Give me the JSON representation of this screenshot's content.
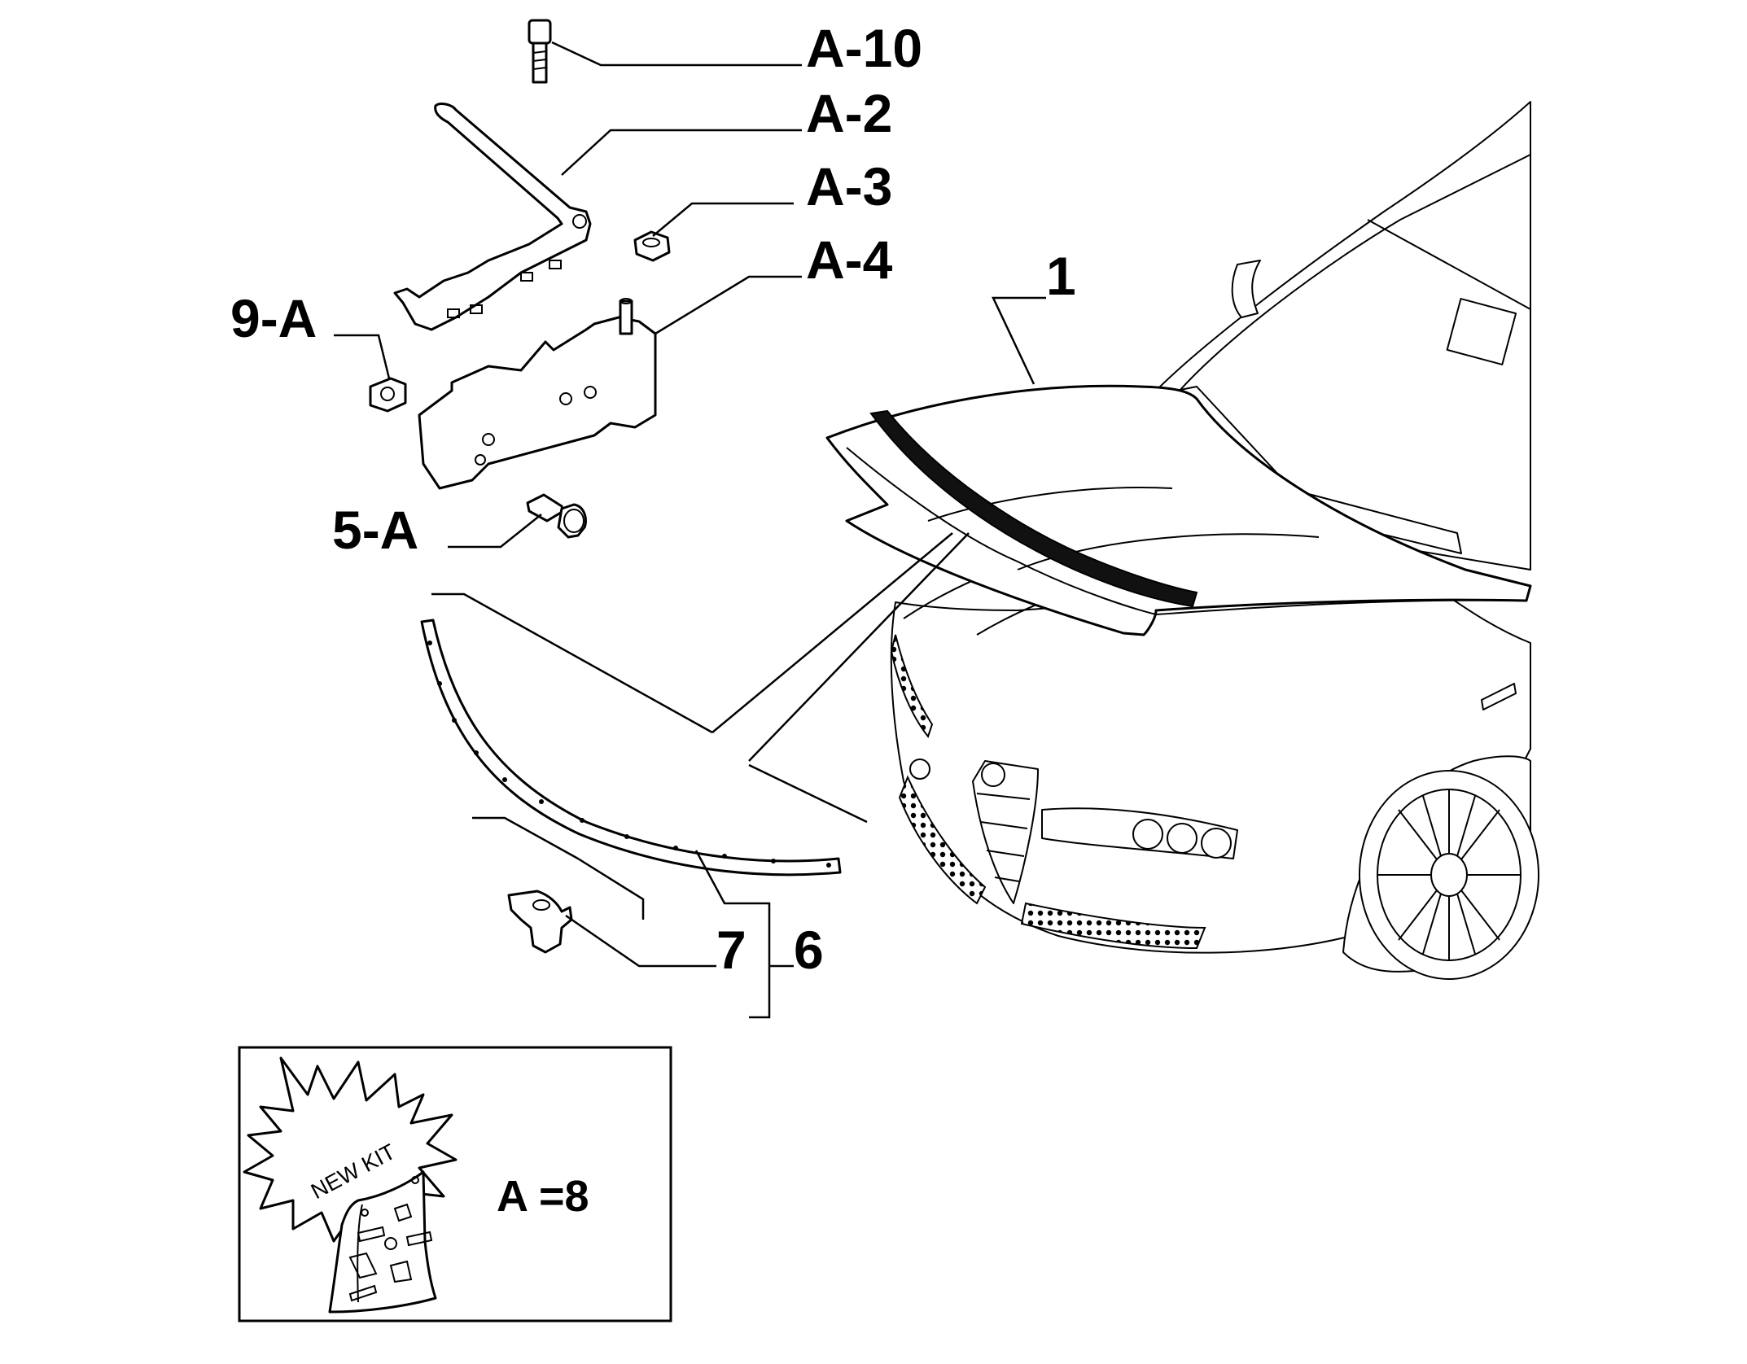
{
  "callouts": {
    "a10": "A-10",
    "a2": "A-2",
    "a3": "A-3",
    "a4": "A-4",
    "nine_a": "9-A",
    "five_a": "5-A",
    "one": "1",
    "seven": "7",
    "six": "6"
  },
  "kit_box": {
    "badge_text": "NEW KIT",
    "equation": "A =8"
  },
  "colors": {
    "ink": "#000000",
    "paper": "#ffffff"
  }
}
